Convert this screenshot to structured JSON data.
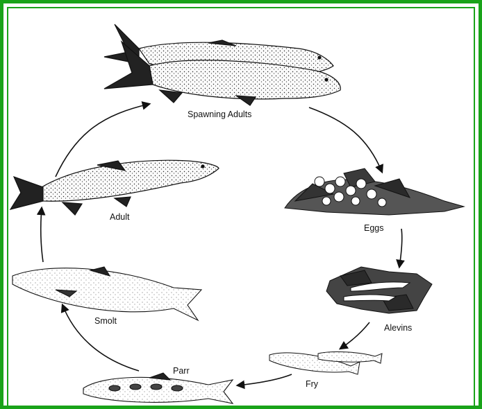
{
  "colors": {
    "frame": "#19a319",
    "ink": "#111111"
  },
  "stages": {
    "spawning_adults": "Spawning Adults",
    "eggs": "Eggs",
    "alevins": "Alevins",
    "fry": "Fry",
    "parr": "Parr",
    "smolt": "Smolt",
    "adult": "Adult"
  }
}
